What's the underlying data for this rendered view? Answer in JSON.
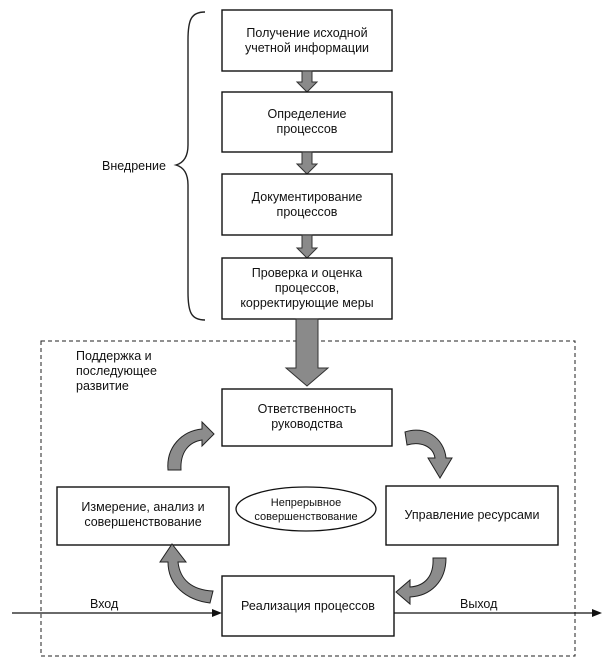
{
  "implementation": {
    "brace_label": "Внедрение",
    "steps": [
      [
        "Получение исходной",
        "учетной информации"
      ],
      [
        "Определение",
        "процессов"
      ],
      [
        "Документирование",
        "процессов"
      ],
      [
        "Проверка и оценка",
        "процессов,",
        "корректирующие меры"
      ]
    ]
  },
  "support": {
    "label": [
      "Поддержка и",
      "последующее",
      "развитие"
    ],
    "top_box": [
      "Ответственность",
      "руководства"
    ],
    "left_box": [
      "Измерение, анализ и",
      "совершенствование"
    ],
    "right_box": [
      "Управление ресурсами"
    ],
    "bottom_box": [
      "Реализация процессов"
    ],
    "center_ellipse": [
      "Непрерывное",
      "совершенствование"
    ]
  },
  "flow": {
    "input_label": "Вход",
    "output_label": "Выход"
  }
}
